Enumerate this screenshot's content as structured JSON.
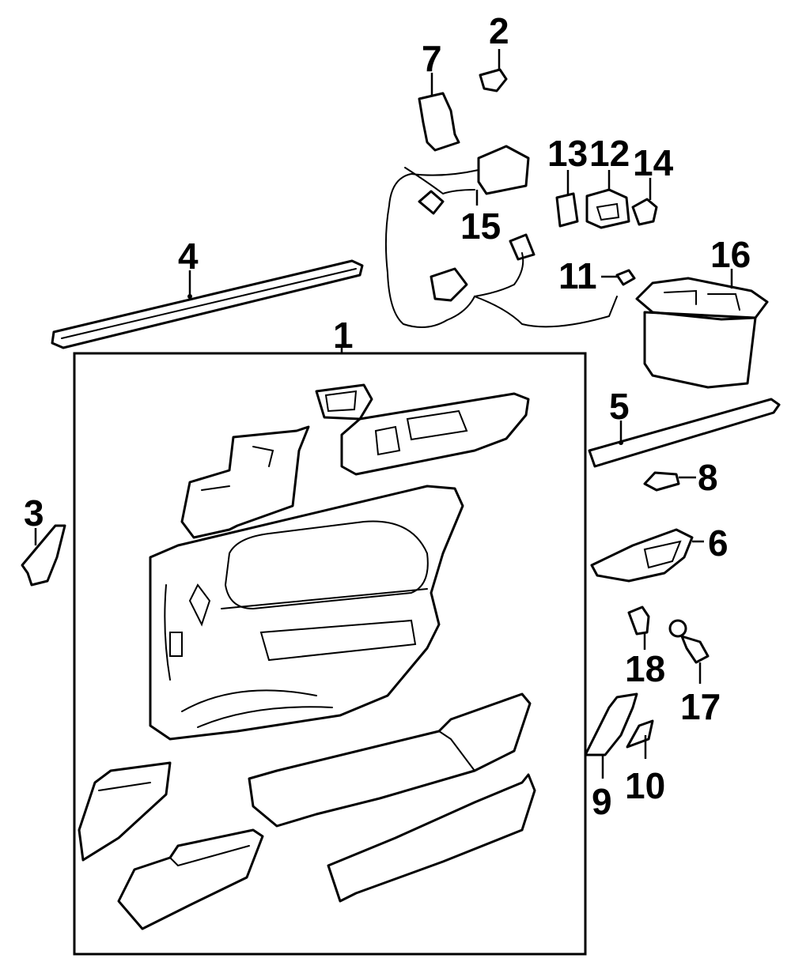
{
  "diagram": {
    "callouts": {
      "c1": "1",
      "c2": "2",
      "c3": "3",
      "c4": "4",
      "c5": "5",
      "c6": "6",
      "c7": "7",
      "c8": "8",
      "c9": "9",
      "c10": "10",
      "c11": "11",
      "c12": "12",
      "c13": "13",
      "c14": "14",
      "c15": "15",
      "c16": "16",
      "c17": "17",
      "c18": "18"
    }
  }
}
